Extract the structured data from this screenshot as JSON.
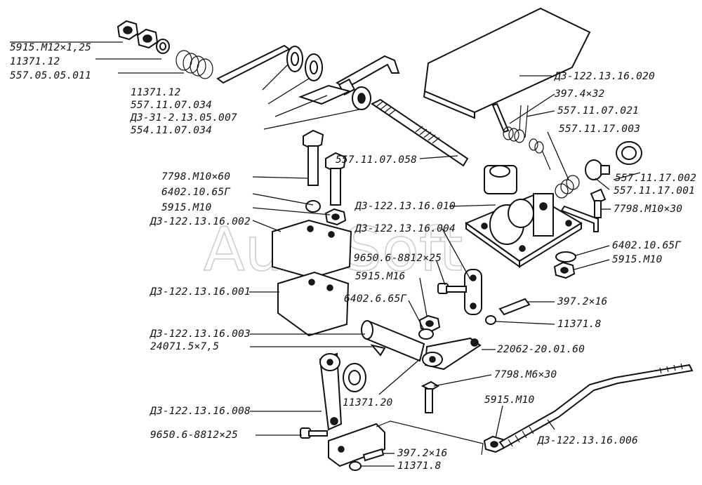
{
  "watermark": "AutoSoft",
  "labels": [
    "5915.М12×1,25",
    "11371.12",
    "557.05.05.011",
    "11371.12",
    "557.11.07.034",
    "ДЗ-31-2.13.05.007",
    "554.11.07.034",
    "557.11.07.058",
    "7798.М10×60",
    "6402.10.65Г",
    "5915.М10",
    "ДЗ-122.13.16.002",
    "ДЗ-122.13.16.010",
    "ДЗ-122.13.16.004",
    "9650.6-8812×25",
    "5915.М16",
    "ДЗ-122.13.16.001",
    "6402.6.65Г",
    "ДЗ-122.13.16.003",
    "24071.5×7,5",
    "ДЗ-122.13.16.008",
    "9650.6-8812×25",
    "11371.20",
    "ДЗ-122.13.16.020",
    "397.4×32",
    "557.11.07.021",
    "557.11.17.003",
    "557.11.17.002",
    "557.11.17.001",
    "7798.М10×30",
    "6402.10.65Г",
    "5915.М10",
    "397.2×16",
    "11371.8",
    "22062-20.01.60",
    "7798.М6×30",
    "5915.М10",
    "ДЗ-122.13.16.006",
    "397.2×16",
    "11371.8"
  ]
}
